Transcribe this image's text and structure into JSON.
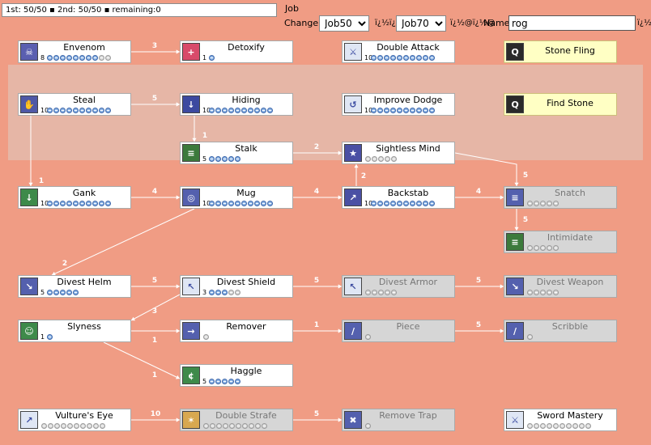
{
  "header": {
    "summary": "1st: 50/50 ▪ 2nd: 50/50 ▪ remaining:0",
    "job_label": "Job",
    "change_label": "Change",
    "job50_value": "Job50",
    "job70_value": "Job70",
    "garbled_a": "ï¿½ï¿½",
    "garbled_b": "ï¿½@ï¿½@",
    "name_label": "Name",
    "name_value": "rog",
    "trailing": "ï¿½@"
  },
  "colors": {
    "background": "#f09c84",
    "highlight_region": "#e6b6a6",
    "skill_box": "#ffffff",
    "locked_box": "#d6d6d6",
    "quest_box": "#ffffc4",
    "level_on": "#8fb6e6",
    "level_off": "#d8d8d8",
    "connector": "#ffffff"
  },
  "skills": [
    {
      "id": "envenom",
      "name": "Envenom",
      "level": "8",
      "max": 10,
      "filled": 8,
      "state": "normal",
      "icon": "skull-icon",
      "ic": "#5a5fb0",
      "glyph": "☠"
    },
    {
      "id": "detoxify",
      "name": "Detoxify",
      "level": "1",
      "max": 1,
      "filled": 1,
      "state": "normal",
      "icon": "heart-plus-icon",
      "ic": "#d84a6a",
      "glyph": "+"
    },
    {
      "id": "double-attack",
      "name": "Double Attack",
      "level": "10",
      "max": 10,
      "filled": 10,
      "state": "normal",
      "icon": "double-blade-icon",
      "ic": "#dfe6f4",
      "glyph": "⚔"
    },
    {
      "id": "stone-fling",
      "name": "Stone Fling",
      "level": "",
      "max": 0,
      "filled": 0,
      "state": "quest",
      "icon": "q-icon",
      "ic": "#2a2a2a",
      "glyph": "Q"
    },
    {
      "id": "steal",
      "name": "Steal",
      "level": "10",
      "max": 10,
      "filled": 10,
      "state": "normal",
      "icon": "hand-icon",
      "ic": "#4f59a6",
      "glyph": "✋"
    },
    {
      "id": "hiding",
      "name": "Hiding",
      "level": "10",
      "max": 10,
      "filled": 10,
      "state": "normal",
      "icon": "hide-icon",
      "ic": "#3c4aa0",
      "glyph": "↓"
    },
    {
      "id": "improve-dodge",
      "name": "Improve Dodge",
      "level": "10",
      "max": 10,
      "filled": 10,
      "state": "normal",
      "icon": "dodge-icon",
      "ic": "#dfe6f4",
      "glyph": "↺"
    },
    {
      "id": "find-stone",
      "name": "Find Stone",
      "level": "",
      "max": 0,
      "filled": 0,
      "state": "quest",
      "icon": "q-icon",
      "ic": "#2a2a2a",
      "glyph": "Q"
    },
    {
      "id": "stalk",
      "name": "Stalk",
      "level": "5",
      "max": 5,
      "filled": 5,
      "state": "normal",
      "icon": "stalk-icon",
      "ic": "#3c7a3c",
      "glyph": "≡"
    },
    {
      "id": "sightless-mind",
      "name": "Sightless Mind",
      "level": "",
      "max": 5,
      "filled": 0,
      "state": "normal",
      "icon": "sightless-icon",
      "ic": "#4a50a4",
      "glyph": "★"
    },
    {
      "id": "gank",
      "name": "Gank",
      "level": "10",
      "max": 10,
      "filled": 10,
      "state": "normal",
      "icon": "gank-icon",
      "ic": "#3e8a4a",
      "glyph": "↓"
    },
    {
      "id": "mug",
      "name": "Mug",
      "level": "10",
      "max": 10,
      "filled": 10,
      "state": "normal",
      "icon": "mug-icon",
      "ic": "#5460ae",
      "glyph": "◎"
    },
    {
      "id": "backstab",
      "name": "Backstab",
      "level": "10",
      "max": 10,
      "filled": 10,
      "state": "normal",
      "icon": "backstab-icon",
      "ic": "#4a50a4",
      "glyph": "↗"
    },
    {
      "id": "snatch",
      "name": "Snatch",
      "level": "",
      "max": 5,
      "filled": 0,
      "state": "locked",
      "icon": "snatch-icon",
      "ic": "#5460ae",
      "glyph": "≡"
    },
    {
      "id": "intimidate",
      "name": "Intimidate",
      "level": "",
      "max": 5,
      "filled": 0,
      "state": "locked",
      "icon": "intimidate-icon",
      "ic": "#3c7a3c",
      "glyph": "≡"
    },
    {
      "id": "divest-helm",
      "name": "Divest Helm",
      "level": "5",
      "max": 5,
      "filled": 5,
      "state": "normal",
      "icon": "divest-helm-icon",
      "ic": "#5460ae",
      "glyph": "↘"
    },
    {
      "id": "divest-shield",
      "name": "Divest Shield",
      "level": "3",
      "max": 5,
      "filled": 3,
      "state": "normal",
      "icon": "divest-shield-icon",
      "ic": "#dfe6f4",
      "glyph": "↖"
    },
    {
      "id": "divest-armor",
      "name": "Divest Armor",
      "level": "",
      "max": 5,
      "filled": 0,
      "state": "locked",
      "icon": "divest-armor-icon",
      "ic": "#dfe6f4",
      "glyph": "↖"
    },
    {
      "id": "divest-weapon",
      "name": "Divest Weapon",
      "level": "",
      "max": 5,
      "filled": 0,
      "state": "locked",
      "icon": "divest-weapon-icon",
      "ic": "#5460ae",
      "glyph": "↘"
    },
    {
      "id": "slyness",
      "name": "Slyness",
      "level": "1",
      "max": 1,
      "filled": 1,
      "state": "normal",
      "icon": "slyness-icon",
      "ic": "#3e8a4a",
      "glyph": "☺"
    },
    {
      "id": "remover",
      "name": "Remover",
      "level": "",
      "max": 1,
      "filled": 0,
      "state": "normal",
      "icon": "remover-icon",
      "ic": "#5460ae",
      "glyph": "→"
    },
    {
      "id": "piece",
      "name": "Piece",
      "level": "",
      "max": 1,
      "filled": 0,
      "state": "locked",
      "icon": "piece-icon",
      "ic": "#5460ae",
      "glyph": "∕"
    },
    {
      "id": "scribble",
      "name": "Scribble",
      "level": "",
      "max": 1,
      "filled": 0,
      "state": "locked",
      "icon": "scribble-icon",
      "ic": "#5460ae",
      "glyph": "∕"
    },
    {
      "id": "haggle",
      "name": "Haggle",
      "level": "5",
      "max": 5,
      "filled": 5,
      "state": "normal",
      "icon": "haggle-icon",
      "ic": "#3e8a4a",
      "glyph": "¢"
    },
    {
      "id": "vultures-eye",
      "name": "Vulture's Eye",
      "level": "",
      "max": 10,
      "filled": 0,
      "state": "normal",
      "icon": "vulture-eye-icon",
      "ic": "#dfe6f4",
      "glyph": "↗"
    },
    {
      "id": "double-strafe",
      "name": "Double Strafe",
      "level": "",
      "max": 10,
      "filled": 0,
      "state": "locked",
      "icon": "double-strafe-icon",
      "ic": "#d8a850",
      "glyph": "✶"
    },
    {
      "id": "remove-trap",
      "name": "Remove Trap",
      "level": "",
      "max": 1,
      "filled": 0,
      "state": "locked",
      "icon": "remove-trap-icon",
      "ic": "#5460ae",
      "glyph": "✖"
    },
    {
      "id": "sword-mastery",
      "name": "Sword Mastery",
      "level": "",
      "max": 10,
      "filled": 0,
      "state": "normal",
      "icon": "sword-icon",
      "ic": "#dfe6f4",
      "glyph": "⚔"
    }
  ],
  "requirements": [
    {
      "from": "envenom",
      "to": "detoxify",
      "value": "3"
    },
    {
      "from": "steal",
      "to": "hiding",
      "value": "5"
    },
    {
      "from": "hiding",
      "to": "stalk",
      "value": "1"
    },
    {
      "from": "steal",
      "to": "gank",
      "value": "1"
    },
    {
      "from": "stalk",
      "to": "sightless-mind",
      "value": "2"
    },
    {
      "from": "backstab",
      "to": "sightless-mind",
      "value": "2"
    },
    {
      "from": "sightless-mind",
      "to": "snatch",
      "value": "5"
    },
    {
      "from": "gank",
      "to": "mug",
      "value": "4"
    },
    {
      "from": "mug",
      "to": "backstab",
      "value": "4"
    },
    {
      "from": "backstab",
      "to": "snatch",
      "value": "4"
    },
    {
      "from": "snatch",
      "to": "intimidate",
      "value": "5"
    },
    {
      "from": "mug",
      "to": "divest-helm",
      "value": "2"
    },
    {
      "from": "divest-helm",
      "to": "divest-shield",
      "value": "5"
    },
    {
      "from": "divest-shield",
      "to": "divest-armor",
      "value": "5"
    },
    {
      "from": "divest-armor",
      "to": "divest-weapon",
      "value": "5"
    },
    {
      "from": "divest-shield",
      "to": "slyness",
      "value": "3"
    },
    {
      "from": "slyness",
      "to": "remover",
      "value": "1"
    },
    {
      "from": "remover",
      "to": "piece",
      "value": "1"
    },
    {
      "from": "piece",
      "to": "scribble",
      "value": "5"
    },
    {
      "from": "slyness",
      "to": "haggle",
      "value": "1"
    },
    {
      "from": "vultures-eye",
      "to": "double-strafe",
      "value": "10"
    },
    {
      "from": "double-strafe",
      "to": "remove-trap",
      "value": "5"
    }
  ]
}
